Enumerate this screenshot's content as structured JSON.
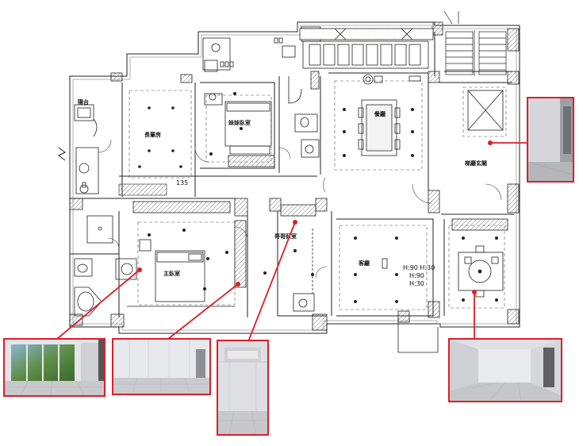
{
  "plan": {
    "rooms": {
      "balcony": "陽台",
      "elder_room": "長輩房",
      "sister_bedroom": "妹妹臥室",
      "dining": "餐廳",
      "entrance": "梯廳玄關",
      "master": "主臥室",
      "brother_bedroom": "哥哥臥室",
      "living": "客廳"
    },
    "dimension_text": "135",
    "ceiling_heights": [
      "H:90 H:30",
      "H:90",
      "H:30"
    ]
  },
  "colors": {
    "wall_fill": "#cfcfcf",
    "line": "#222222",
    "callout": "#d9202a",
    "grid": "#e7e7cf"
  }
}
